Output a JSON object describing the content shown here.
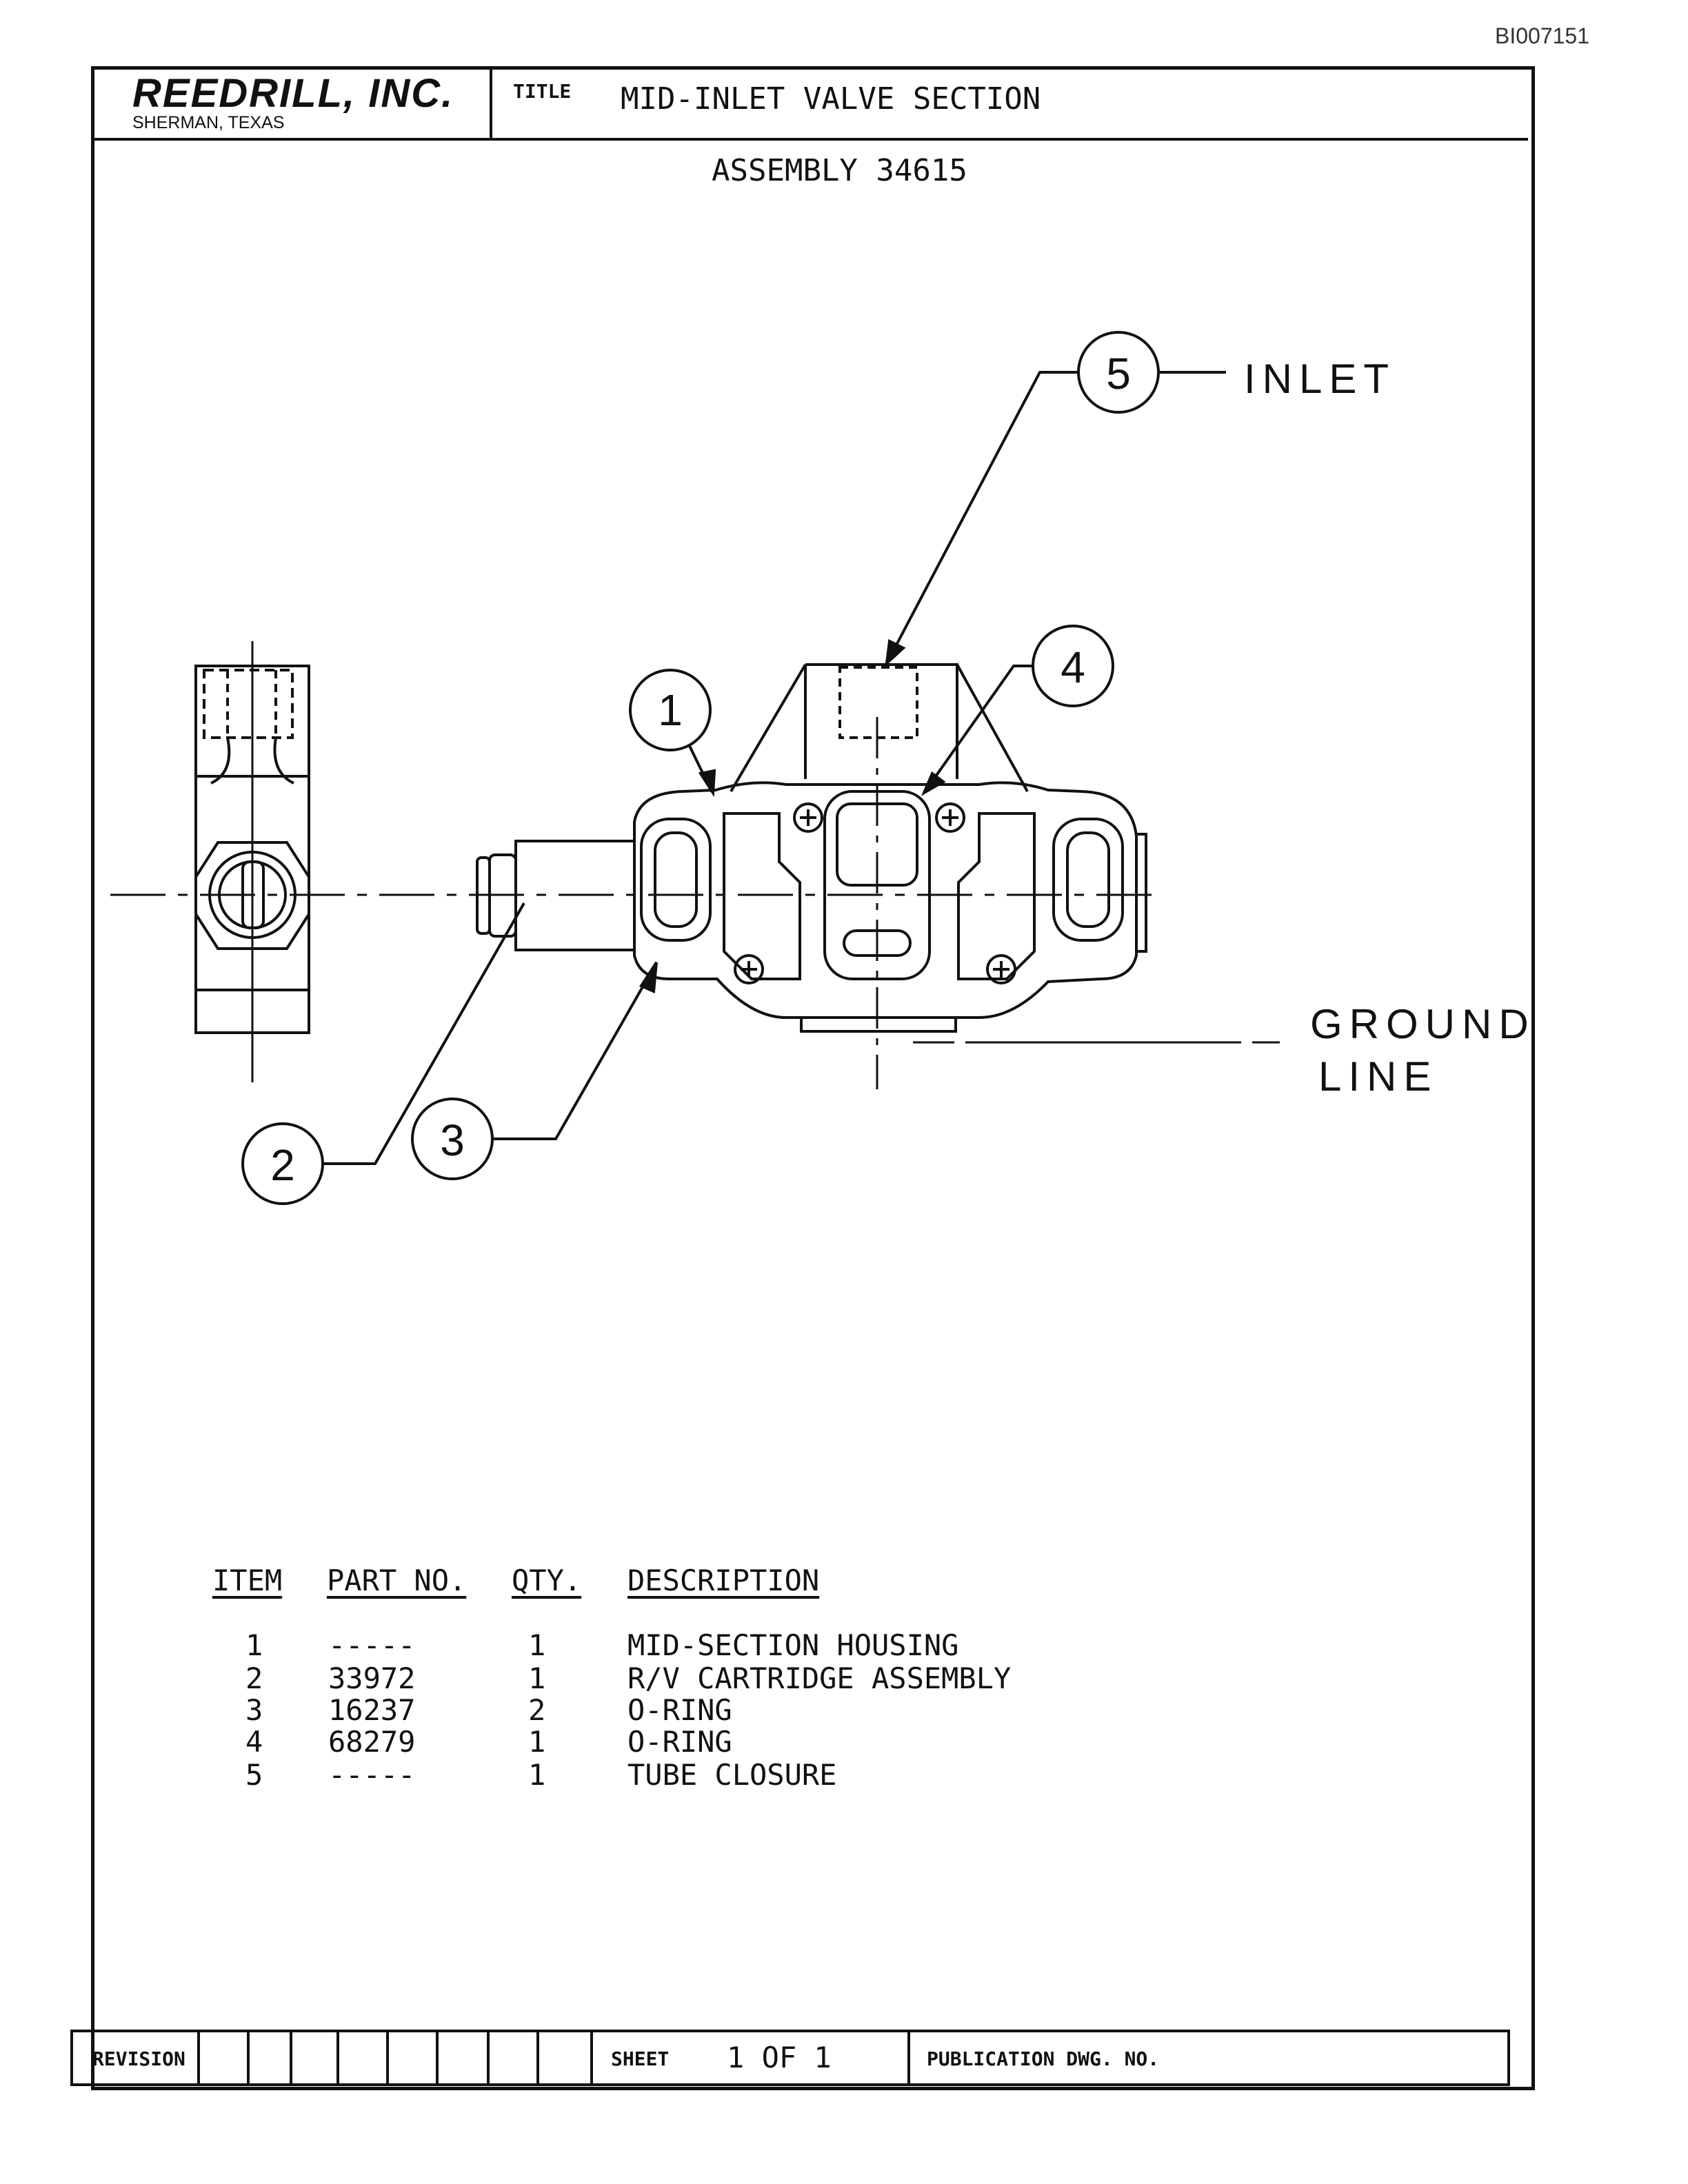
{
  "doc_id": "BI007151",
  "title_block": {
    "company": "REEDRILL, INC.",
    "location": "SHERMAN, TEXAS",
    "title_label": "TITLE",
    "title": "MID-INLET VALVE SECTION"
  },
  "subtitle": "ASSEMBLY 34615",
  "callouts": [
    {
      "number": "1"
    },
    {
      "number": "2"
    },
    {
      "number": "3"
    },
    {
      "number": "4"
    },
    {
      "number": "5",
      "label": "INLET"
    }
  ],
  "ground_line_label": [
    "GROUND",
    "LINE"
  ],
  "parts_table": {
    "headers": [
      "ITEM",
      "PART NO.",
      "QTY.",
      "DESCRIPTION"
    ],
    "rows": [
      [
        "1",
        "-----",
        "1",
        "MID-SECTION HOUSING"
      ],
      [
        "2",
        "33972",
        "1",
        "R/V CARTRIDGE ASSEMBLY"
      ],
      [
        "3",
        "16237",
        "2",
        "O-RING"
      ],
      [
        "4",
        "68279",
        "1",
        "O-RING"
      ],
      [
        "5",
        "-----",
        "1",
        "TUBE CLOSURE"
      ]
    ]
  },
  "footer": {
    "revision_label": "REVISION",
    "sheet_label": "SHEET",
    "sheet_value": "1 OF 1",
    "publication_label": "PUBLICATION DWG. NO."
  }
}
